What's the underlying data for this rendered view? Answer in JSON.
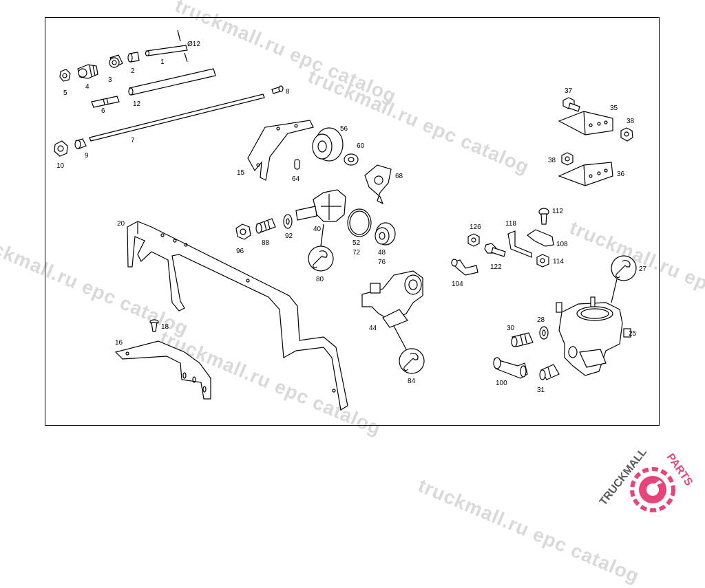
{
  "watermarks": [
    "truckmall.ru epc catalog",
    "truckmall.ru epc catalog",
    "truckmall.ru epc catalog",
    "truckmall.ru epc catalog",
    "truckmall.ru epc catalog",
    "truckmall.ru epc catalog"
  ],
  "dimension_label": "Ø12",
  "parts": {
    "p1": "1",
    "p2": "2",
    "p3": "3",
    "p4": "4",
    "p5": "5",
    "p6": "6",
    "p7": "7",
    "p8": "8",
    "p9": "9",
    "p10": "10",
    "p12": "12",
    "p15": "15",
    "p16": "16",
    "p18": "18",
    "p20": "20",
    "p25": "25",
    "p27": "27",
    "p28": "28",
    "p30": "30",
    "p31": "31",
    "p35": "35",
    "p36": "36",
    "p37": "37",
    "p38a": "38",
    "p38b": "38",
    "p40": "40",
    "p44": "44",
    "p48": "48",
    "p52": "52",
    "p56": "56",
    "p60": "60",
    "p64": "64",
    "p68": "68",
    "p72": "72",
    "p76": "76",
    "p80": "80",
    "p84": "84",
    "p88": "88",
    "p92": "92",
    "p96": "96",
    "p100": "100",
    "p104": "104",
    "p108": "108",
    "p112": "112",
    "p114": "114",
    "p118": "118",
    "p122": "122",
    "p126": "126"
  },
  "logo": {
    "text_left": "TRUCKMALL",
    "text_right": "PARTS",
    "color_dark": "#5a5a5a",
    "color_accent": "#e8447a"
  },
  "colors": {
    "watermark": "#d9d9d9",
    "line": "#000000"
  }
}
